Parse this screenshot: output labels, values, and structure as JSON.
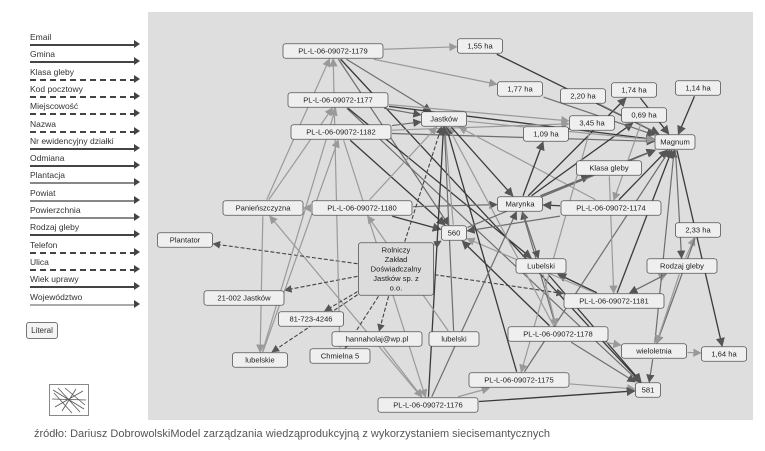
{
  "legend": {
    "items": [
      {
        "label": "Email",
        "style": "solid"
      },
      {
        "label": "Gmina",
        "style": "solid"
      },
      {
        "label": "Klasa gleby",
        "style": "dashed"
      },
      {
        "label": "Kod pocztowy",
        "style": "dashed"
      },
      {
        "label": "Miejscowość",
        "style": "dashed"
      },
      {
        "label": "Nazwa",
        "style": "dashed"
      },
      {
        "label": "Nr ewidencyjny działki",
        "style": "solid"
      },
      {
        "label": "Odmiana",
        "style": "solid"
      },
      {
        "label": "Plantacja",
        "style": "gray"
      },
      {
        "label": "Powiat",
        "style": "gray"
      },
      {
        "label": "Powierzchnia",
        "style": "gray"
      },
      {
        "label": "Rodzaj gleby",
        "style": "solid"
      },
      {
        "label": "Telefon",
        "style": "dashed"
      },
      {
        "label": "Ulica",
        "style": "dashed"
      },
      {
        "label": "Wiek uprawy",
        "style": "solid"
      },
      {
        "label": "Województwo",
        "style": "light"
      }
    ],
    "literal_button": "Literal"
  },
  "graph": {
    "nodes": [
      {
        "id": "n1179",
        "label": "PL-L-06-09072-1179"
      },
      {
        "id": "n155",
        "label": "1,55 ha"
      },
      {
        "id": "n1177",
        "label": "PL-L-06-09072-1177"
      },
      {
        "id": "nJas",
        "label": "Jastków"
      },
      {
        "id": "n177",
        "label": "1,77 ha"
      },
      {
        "id": "n220",
        "label": "2,20 ha"
      },
      {
        "id": "n174",
        "label": "1,74 ha"
      },
      {
        "id": "n114",
        "label": "1,14 ha"
      },
      {
        "id": "n069",
        "label": "0,69 ha"
      },
      {
        "id": "n345",
        "label": "3,45 ha"
      },
      {
        "id": "n1182",
        "label": "PL-L-06-09072-1182"
      },
      {
        "id": "n109",
        "label": "1,09 ha"
      },
      {
        "id": "nMag",
        "label": "Magnum"
      },
      {
        "id": "nKlasa",
        "label": "Klasa gleby"
      },
      {
        "id": "nPan",
        "label": "Panieńszczyzna"
      },
      {
        "id": "n1180",
        "label": "PL-L-06-09072-1180"
      },
      {
        "id": "nMar",
        "label": "Marynka"
      },
      {
        "id": "n1174",
        "label": "PL-L-06-09072-1174"
      },
      {
        "id": "n560",
        "label": "560"
      },
      {
        "id": "n233",
        "label": "2,33 ha"
      },
      {
        "id": "nPlant",
        "label": "Plantator"
      },
      {
        "id": "nRol",
        "label": [
          "Rolniczy",
          "Zakład",
          "Doświadczalny",
          "Jastków sp. z",
          "o.o."
        ]
      },
      {
        "id": "nLub",
        "label": "Lubelski"
      },
      {
        "id": "nRodz",
        "label": "Rodzaj gleby"
      },
      {
        "id": "n21002",
        "label": "21-002 Jastków"
      },
      {
        "id": "n1181",
        "label": "PL-L-06-09072-1181"
      },
      {
        "id": "nTel",
        "label": "81-723-4246"
      },
      {
        "id": "nEmail",
        "label": "hannaholaj@wp.pl"
      },
      {
        "id": "nlub2",
        "label": "lubelski"
      },
      {
        "id": "n1178",
        "label": "PL-L-06-09072-1178"
      },
      {
        "id": "nlubs",
        "label": "lubelskie"
      },
      {
        "id": "nChm",
        "label": "Chmielna 5"
      },
      {
        "id": "nWiel",
        "label": "wieloletnia"
      },
      {
        "id": "n164",
        "label": "1,64 ha"
      },
      {
        "id": "n1175",
        "label": "PL-L-06-09072-1175"
      },
      {
        "id": "n581",
        "label": "581"
      },
      {
        "id": "n1176",
        "label": "PL-L-06-09072-1176"
      }
    ]
  },
  "caption": "źródło: Dariusz DobrowolskiModel zarządzania wiedząprodukcyjną z wykorzystaniem siecisemantycznych"
}
